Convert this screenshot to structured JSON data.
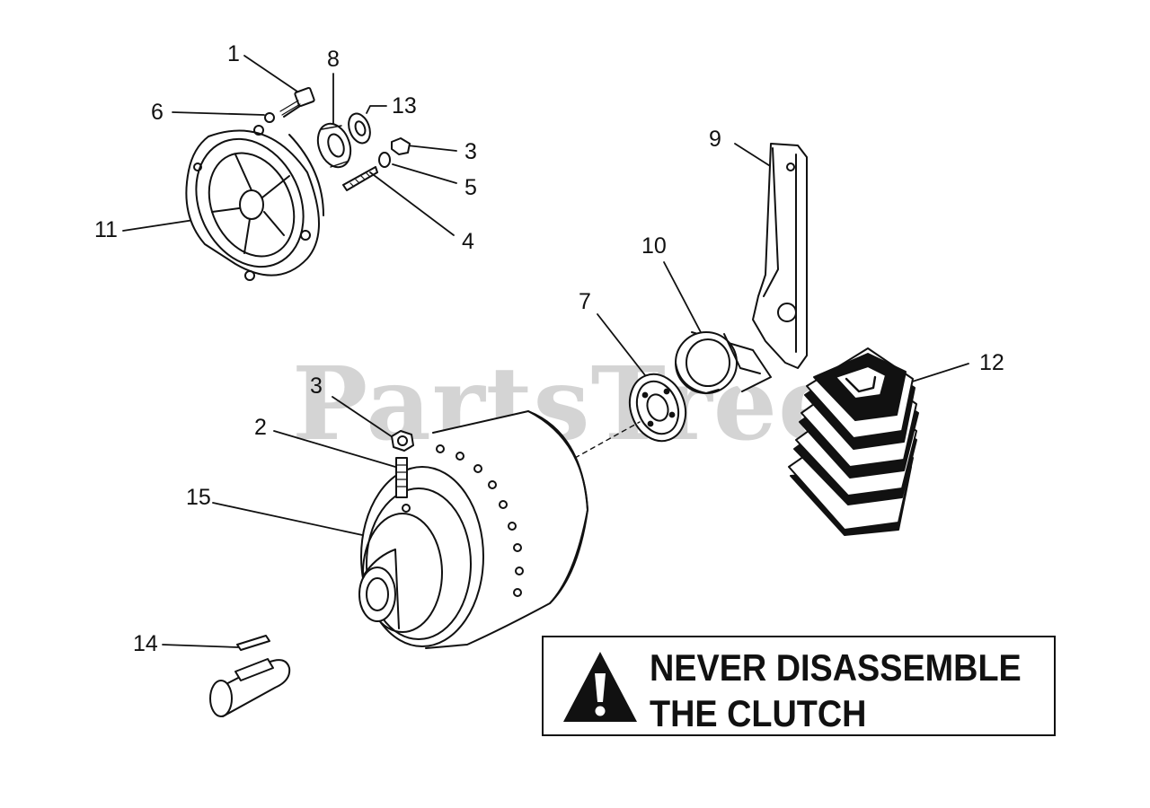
{
  "watermark": "PartsTree",
  "warning": {
    "line1": "NEVER DISASSEMBLE",
    "line2": "THE CLUTCH"
  },
  "callouts": {
    "c1": "1",
    "c8": "8",
    "c13": "13",
    "c6": "6",
    "c3_top": "3",
    "c5": "5",
    "c4": "4",
    "c11": "11",
    "c9": "9",
    "c10": "10",
    "c7": "7",
    "c12": "12",
    "c3_mid": "3",
    "c2": "2",
    "c15": "15",
    "c14": "14"
  },
  "icons": [
    "warning-triangle-icon"
  ]
}
